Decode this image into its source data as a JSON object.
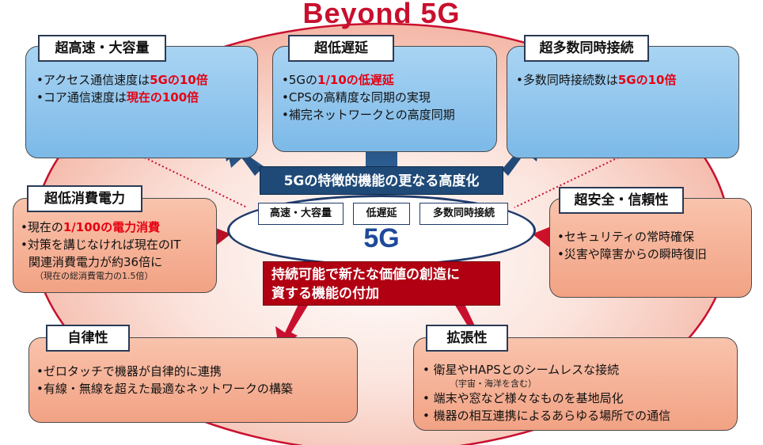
{
  "title": "Beyond 5G",
  "colors": {
    "title_red": "#c8102e",
    "accent_red": "#e60012",
    "navy": "#1f4a78",
    "box_blue": "#a9d4f3",
    "box_salmon": "#f2a284"
  },
  "center": {
    "top_banner": "5Gの特徴的機能の更なる高度化",
    "pills": [
      "高速・大容量",
      "低遅延",
      "多数同時接続"
    ],
    "core": "5G",
    "bottom_banner": [
      "持続可能で新たな価値の創造に",
      "資する機能の付加"
    ]
  },
  "boxes": {
    "speed": {
      "label": "超高速・大容量",
      "lines": [
        {
          "pre": "•アクセス通信速度は",
          "em": "5Gの10倍",
          "post": ""
        },
        {
          "pre": "•コア通信速度は",
          "em": "現在の100倍",
          "post": ""
        }
      ]
    },
    "latency": {
      "label": "超低遅延",
      "lines": [
        {
          "pre": "•5Gの",
          "em": "1/10の低遅延",
          "post": ""
        },
        {
          "pre": "•CPSの高精度な同期の実現",
          "em": "",
          "post": ""
        },
        {
          "pre": "•補完ネットワークとの高度同期",
          "em": "",
          "post": ""
        }
      ]
    },
    "connections": {
      "label": "超多数同時接続",
      "lines": [
        {
          "pre": "•多数同時接続数は",
          "em": "5Gの10倍",
          "post": ""
        }
      ]
    },
    "power": {
      "label": "超低消費電力",
      "lines": [
        {
          "pre": "•現在の",
          "em": "1/100の電力消費",
          "post": ""
        },
        {
          "pre": "•対策を講じなければ現在のIT",
          "em": "",
          "post": ""
        },
        {
          "pre": "  関連消費電力が約36倍に",
          "em": "",
          "post": ""
        }
      ],
      "note": "（現在の総消費電力の1.5倍）"
    },
    "security": {
      "label": "超安全・信頼性",
      "lines": [
        {
          "pre": "•セキュリティの常時確保",
          "em": "",
          "post": ""
        },
        {
          "pre": "•災害や障害からの瞬時復旧",
          "em": "",
          "post": ""
        }
      ]
    },
    "autonomy": {
      "label": "自律性",
      "lines": [
        {
          "pre": "•ゼロタッチで機器が自律的に連携",
          "em": "",
          "post": ""
        },
        {
          "pre": "•有線・無線を超えた最適なネットワークの構築",
          "em": "",
          "post": ""
        }
      ]
    },
    "extensibility": {
      "label": "拡張性",
      "lines": [
        {
          "pre": "•  衛星やHAPSとのシームレスな接続",
          "em": "",
          "post": ""
        }
      ],
      "note": "（宇宙・海洋を含む）",
      "lines2": [
        {
          "pre": "•  端末や窓など様々なものを基地局化",
          "em": "",
          "post": ""
        },
        {
          "pre": "•  機器の相互連携によるあらゆる場所での通信",
          "em": "",
          "post": ""
        }
      ]
    }
  }
}
